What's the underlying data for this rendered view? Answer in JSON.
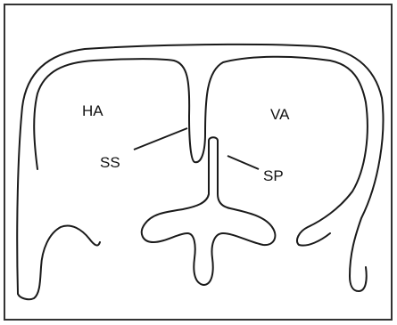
{
  "labels": {
    "left_chamber": "HA",
    "right_chamber": "VA",
    "septum_secundum": "SS",
    "septum_primum": "SP"
  },
  "colors": {
    "stroke": "#1a1a1a",
    "frame": "#333333",
    "background": "#ffffff"
  }
}
